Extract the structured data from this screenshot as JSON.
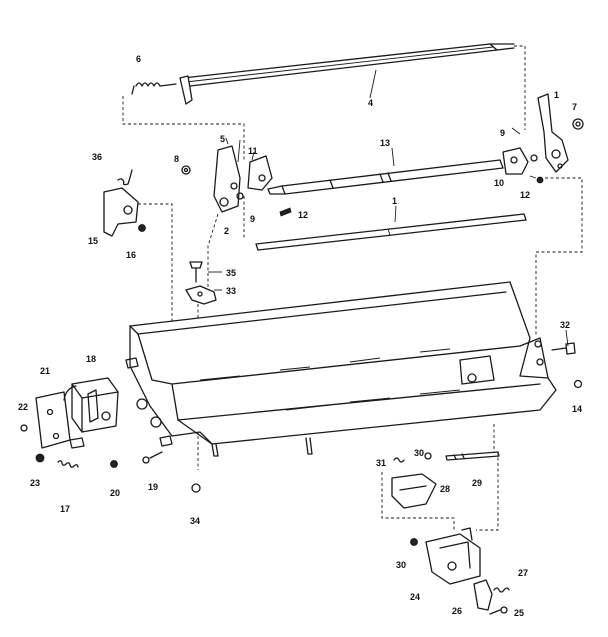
{
  "diagram": {
    "callouts": [
      {
        "id": "c1",
        "label": "1"
      },
      {
        "id": "c1b",
        "label": "1"
      },
      {
        "id": "c2",
        "label": "2"
      },
      {
        "id": "c4",
        "label": "4"
      },
      {
        "id": "c5",
        "label": "5"
      },
      {
        "id": "c6",
        "label": "6"
      },
      {
        "id": "c7",
        "label": "7"
      },
      {
        "id": "c8",
        "label": "8"
      },
      {
        "id": "c9",
        "label": "9"
      },
      {
        "id": "c9b",
        "label": "9"
      },
      {
        "id": "c10",
        "label": "10"
      },
      {
        "id": "c11",
        "label": "11"
      },
      {
        "id": "c12",
        "label": "12"
      },
      {
        "id": "c12b",
        "label": "12"
      },
      {
        "id": "c13",
        "label": "13"
      },
      {
        "id": "c14",
        "label": "14"
      },
      {
        "id": "c15",
        "label": "15"
      },
      {
        "id": "c16",
        "label": "16"
      },
      {
        "id": "c17",
        "label": "17"
      },
      {
        "id": "c18",
        "label": "18"
      },
      {
        "id": "c19",
        "label": "19"
      },
      {
        "id": "c20",
        "label": "20"
      },
      {
        "id": "c21",
        "label": "21"
      },
      {
        "id": "c22",
        "label": "22"
      },
      {
        "id": "c23",
        "label": "23"
      },
      {
        "id": "c24",
        "label": "24"
      },
      {
        "id": "c25",
        "label": "25"
      },
      {
        "id": "c26",
        "label": "26"
      },
      {
        "id": "c27",
        "label": "27"
      },
      {
        "id": "c28",
        "label": "28"
      },
      {
        "id": "c29",
        "label": "29"
      },
      {
        "id": "c30",
        "label": "30"
      },
      {
        "id": "c30b",
        "label": "30"
      },
      {
        "id": "c31",
        "label": "31"
      },
      {
        "id": "c32",
        "label": "32"
      },
      {
        "id": "c33",
        "label": "33"
      },
      {
        "id": "c34",
        "label": "34"
      },
      {
        "id": "c35",
        "label": "35"
      },
      {
        "id": "c36",
        "label": "36"
      }
    ]
  }
}
